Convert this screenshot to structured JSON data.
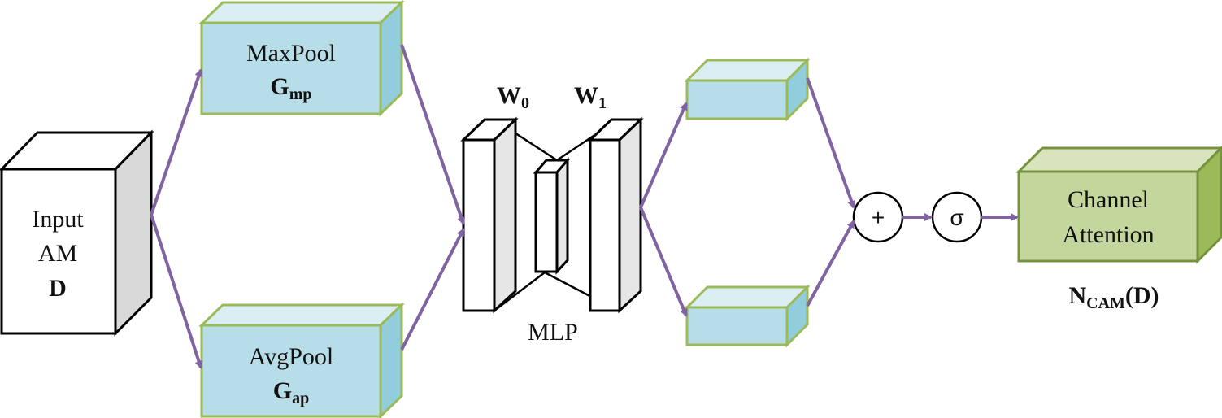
{
  "input": {
    "line1": "Input",
    "line2": "AM",
    "line3": "D"
  },
  "maxpool": {
    "title": "MaxPool",
    "symbol": "G",
    "subscript": "mp"
  },
  "avgpool": {
    "title": "AvgPool",
    "symbol": "G",
    "subscript": "ap"
  },
  "mlp": {
    "label": "MLP",
    "w0": {
      "symbol": "W",
      "subscript": "0"
    },
    "w1": {
      "symbol": "W",
      "subscript": "1"
    }
  },
  "ops": {
    "sum": "+",
    "sigmoid": "σ"
  },
  "output": {
    "line1": "Channel",
    "line2": "Attention",
    "symbol": "N",
    "subscript": "CAM",
    "arg": "(D)"
  },
  "colors": {
    "arrow": "#8064a2",
    "pool_front": "#b7dde8",
    "pool_top": "#daeef3",
    "pool_side": "#92cddc",
    "pool_border": "#9bbb59",
    "out_front": "#c3d69b",
    "out_top": "#d7e4bd",
    "out_side": "#9bbb59",
    "out_border": "#76923c",
    "input_side": "#d9d9d9"
  }
}
